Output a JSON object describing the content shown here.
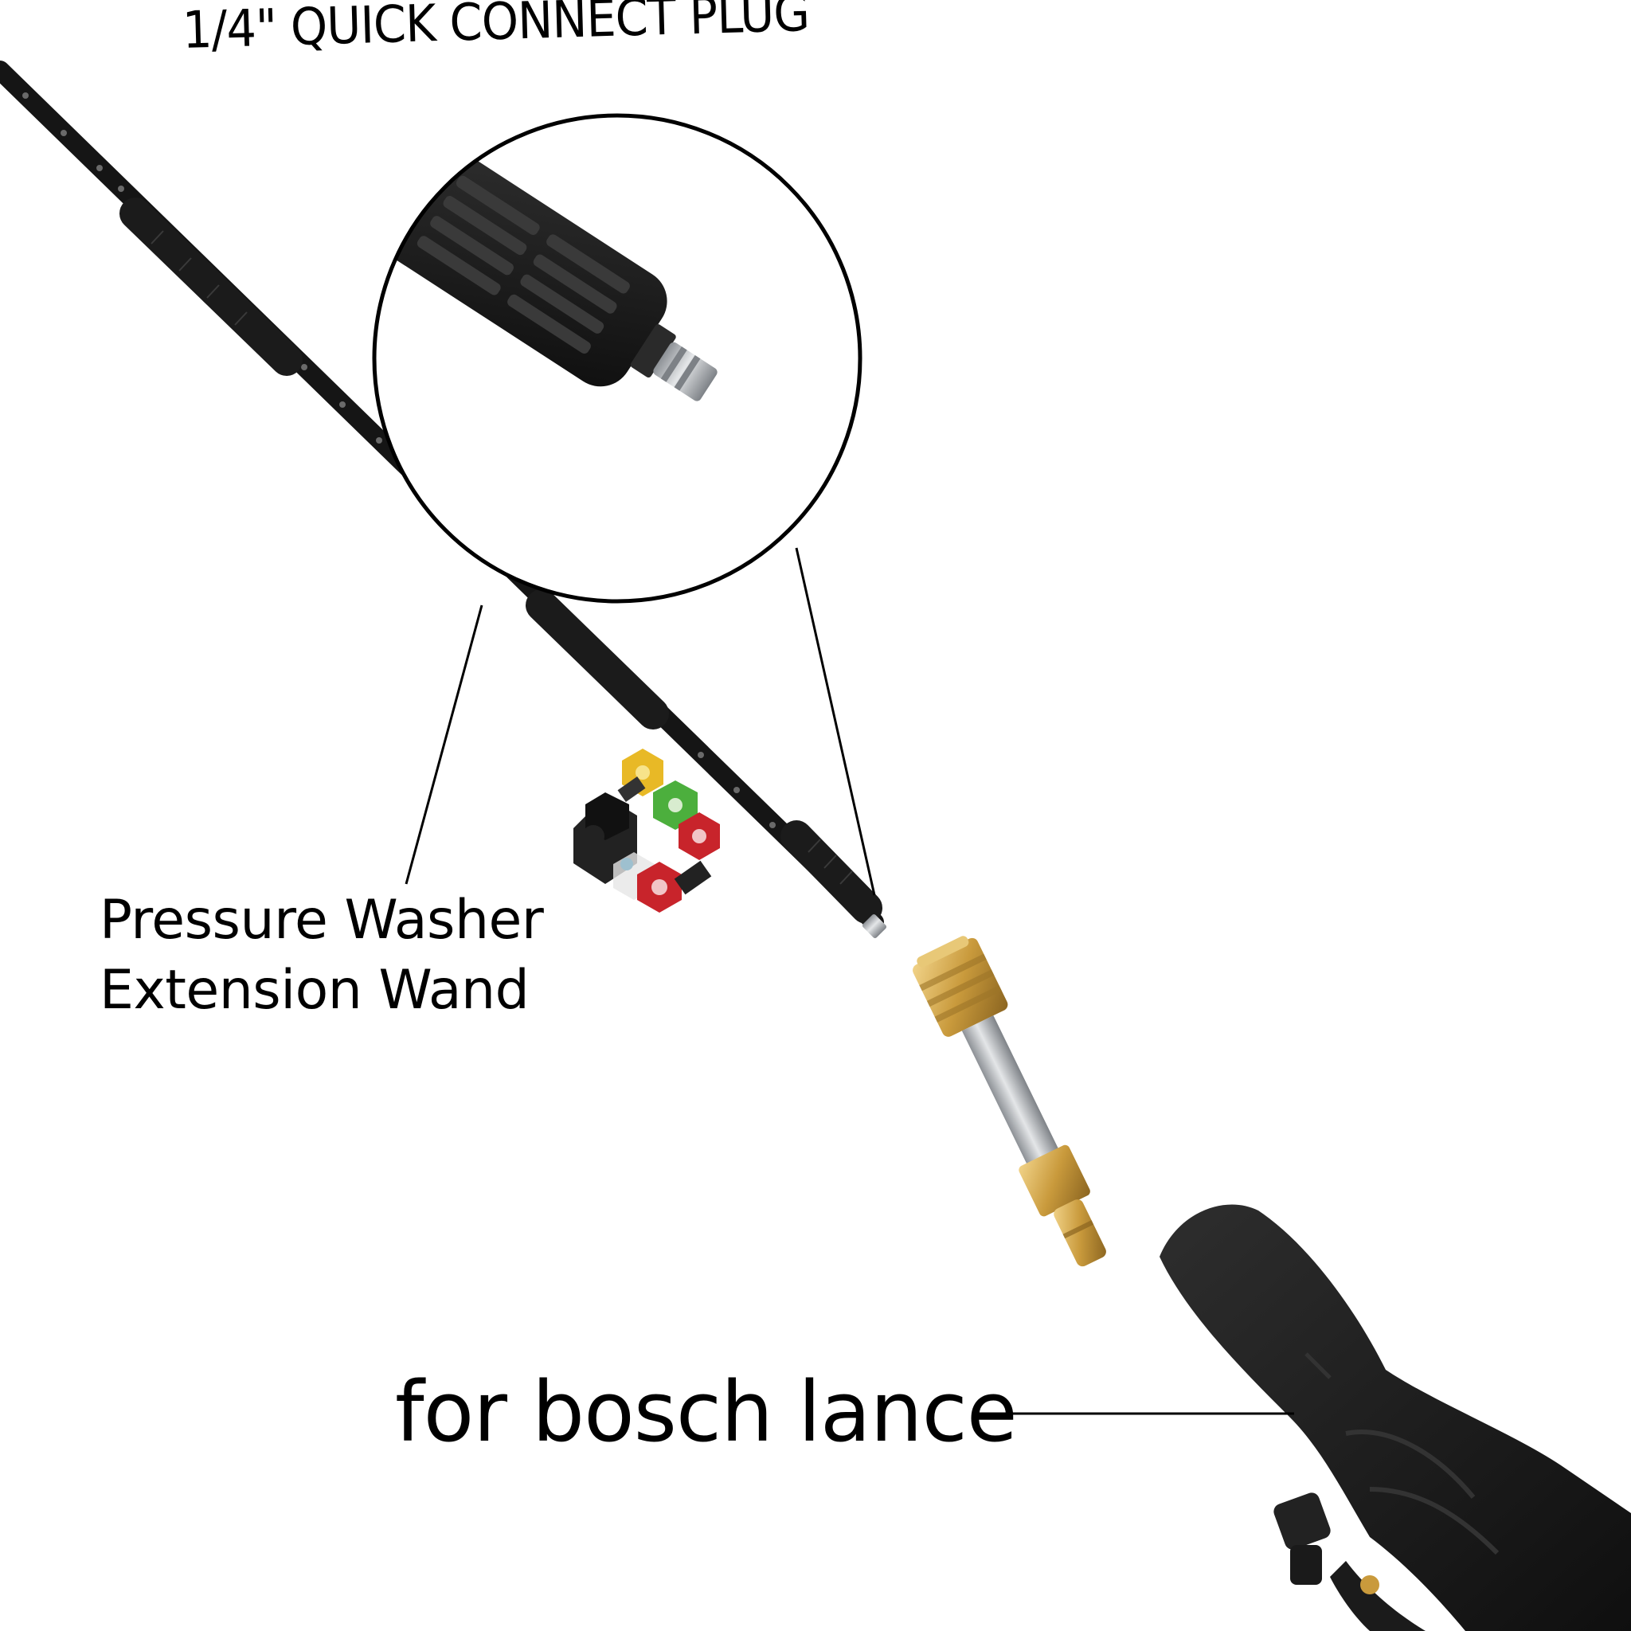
{
  "labels": {
    "plug": "1/4\" QUICK CONNECT PLUG",
    "wand_line1": "Pressure Washer",
    "wand_line2": "Extension Wand",
    "lance": "for bosch lance"
  },
  "colors": {
    "background": "#ffffff",
    "wand": "#151515",
    "brass": "#c99a3c",
    "steel": "#b9bcbf",
    "gun": "#1a1a1a",
    "nozzle_yellow": "#e8b926",
    "nozzle_green": "#4caf3d",
    "nozzle_red": "#c8242b",
    "nozzle_white": "#e6e6e6",
    "nozzle_black": "#222222"
  },
  "icons": {
    "zoom_callout": "magnifier-circle-icon",
    "nozzles": "nozzle-tips-icon"
  }
}
